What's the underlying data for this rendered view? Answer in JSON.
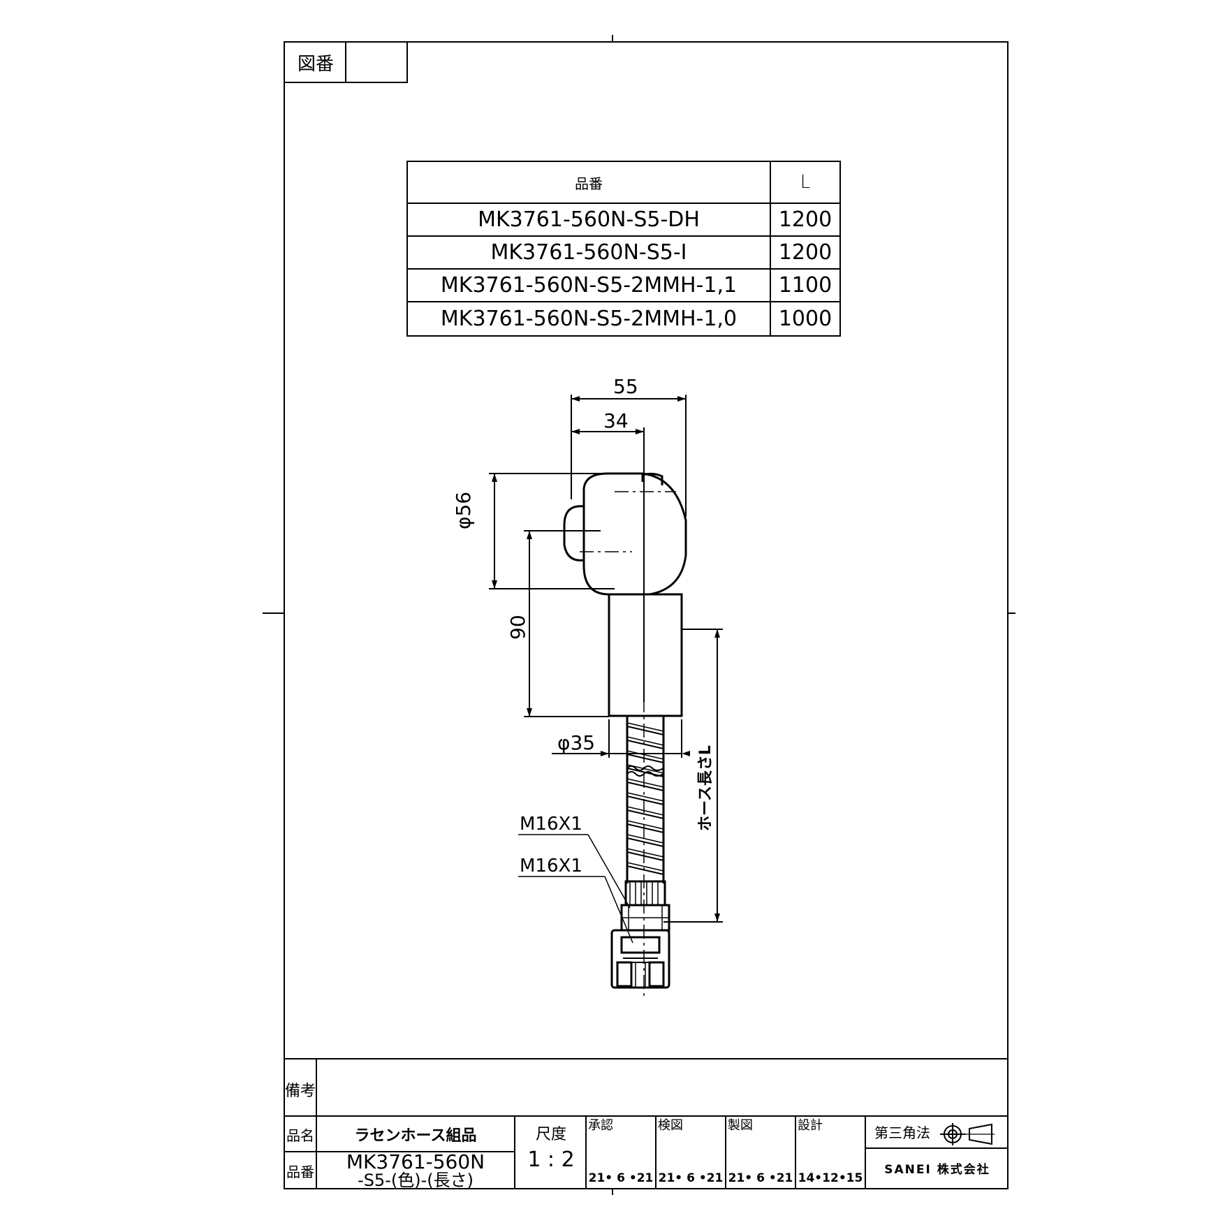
{
  "drawing_number": {
    "label": "図番",
    "value": ""
  },
  "parts_table": {
    "headers": {
      "part_no": "品番",
      "length": "L"
    },
    "rows": [
      {
        "part_no": "MK3761-560N-S5-DH",
        "length": "1200"
      },
      {
        "part_no": "MK3761-560N-S5-I",
        "length": "1200"
      },
      {
        "part_no": "MK3761-560N-S5-2MMH-1,1",
        "length": "1100"
      },
      {
        "part_no": "MK3761-560N-S5-2MMH-1,0",
        "length": "1000"
      }
    ]
  },
  "dimensions": {
    "width_total": "55",
    "width_offset": "34",
    "head_diameter": "φ56",
    "body_height": "90",
    "hose_diameter": "φ35",
    "thread_upper": "M16X1",
    "thread_lower": "M16X1",
    "hose_length": "ホース長さL"
  },
  "title_block": {
    "remarks_label": "備考",
    "remarks_value": "",
    "product_name_label": "品名",
    "product_name": "ラセンホース組品",
    "product_no_label": "品番",
    "product_no_line1": "MK3761-560N",
    "product_no_line2": "-S5-(色)-(長さ)",
    "scale_label": "尺度",
    "scale_value": "1 : 2",
    "approval_label": "承認",
    "approval_date": "21• 6 •21",
    "check_label": "検図",
    "check_date": "21• 6 •21",
    "drafted_label": "製図",
    "drafted_date": "21• 6 •21",
    "design_label": "設計",
    "design_date": "14•12•15",
    "projection_label": "第三角法",
    "company": "SANEI 株式会社"
  }
}
